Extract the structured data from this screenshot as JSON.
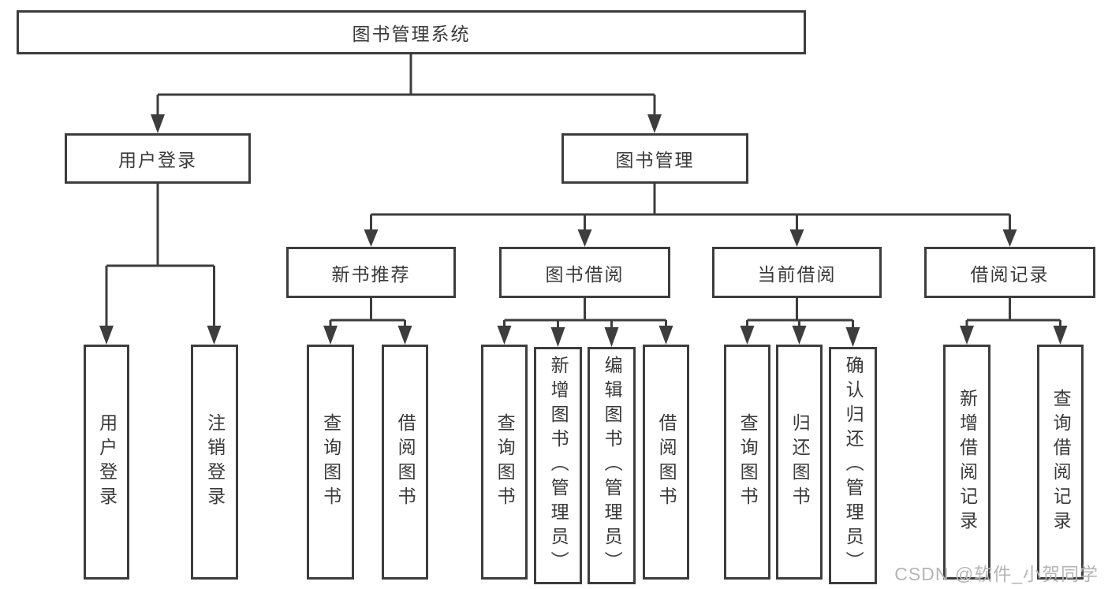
{
  "diagram": {
    "watermark": "CSDN @软件_小贺同学",
    "colors": {
      "line": "#3d3d3d",
      "text": "#3a3a3a",
      "watermark": "#b5b5b5",
      "background": "#ffffff"
    },
    "nodes": {
      "root": {
        "label": "图书管理系统"
      },
      "level2": [
        {
          "label": "用户登录"
        },
        {
          "label": "图书管理"
        }
      ],
      "level3": [
        {
          "label": "新书推荐"
        },
        {
          "label": "图书借阅"
        },
        {
          "label": "当前借阅"
        },
        {
          "label": "借阅记录"
        }
      ],
      "leaves": [
        {
          "label": "用户登录"
        },
        {
          "label": "注销登录"
        },
        {
          "label": "查询图书"
        },
        {
          "label": "借阅图书"
        },
        {
          "label": "查询图书"
        },
        {
          "label": "新增图书（管理员）"
        },
        {
          "label": "编辑图书（管理员）"
        },
        {
          "label": "借阅图书"
        },
        {
          "label": "查询图书"
        },
        {
          "label": "归还图书"
        },
        {
          "label": "确认归还（管理员）"
        },
        {
          "label": "新增借阅记录"
        },
        {
          "label": "查询借阅记录"
        }
      ]
    }
  }
}
